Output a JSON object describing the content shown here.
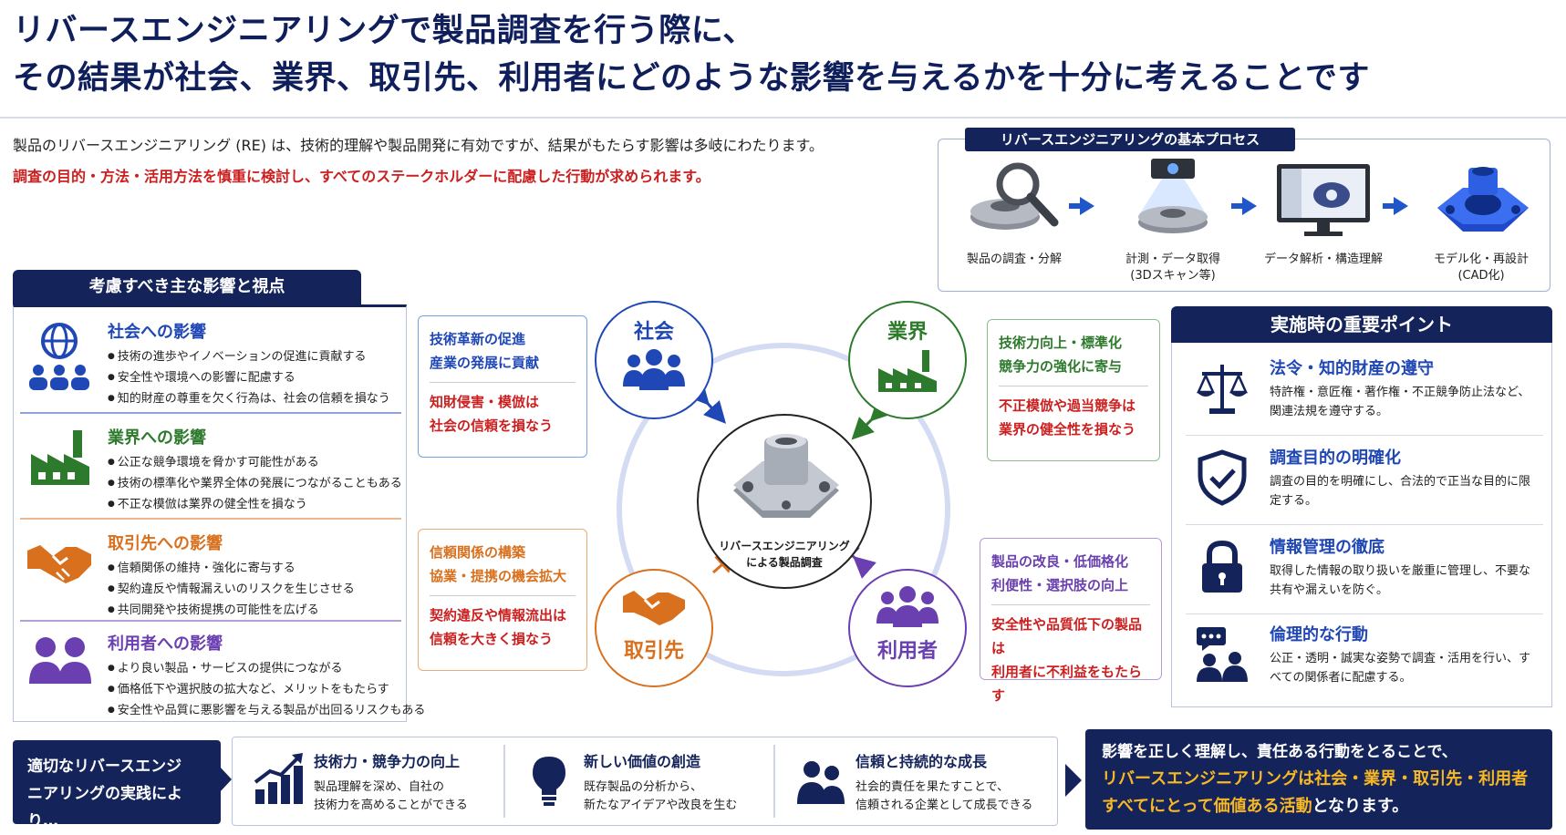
{
  "title": {
    "line1": "リバースエンジニアリングで製品調査を行う際に、",
    "line2": "その結果が社会、業界、取引先、利用者にどのような影響を与えるかを十分に考えることです"
  },
  "intro": {
    "line1": "製品のリバースエンジニアリング (RE) は、技術的理解や製品開発に有効ですが、結果がもたらす影響は多岐にわたります。",
    "line2": "調査の目的・方法・活用方法を慎重に検討し、すべてのステークホルダーに配慮した行動が求められます。"
  },
  "process": {
    "title": "リバースエンジニアリングの基本プロセス",
    "steps": [
      {
        "line1": "製品の調査・分解",
        "line2": ""
      },
      {
        "line1": "計測・データ取得",
        "line2": "(3Dスキャン等)"
      },
      {
        "line1": "データ解析・構造理解",
        "line2": ""
      },
      {
        "line1": "モデル化・再設計",
        "line2": "(CAD化)"
      }
    ]
  },
  "left": {
    "title": "考慮すべき主な影響と視点",
    "sections": [
      {
        "heading": "社会への影響",
        "color": "#1f47b5",
        "items": [
          "技術の進歩やイノベーションの促進に貢献する",
          "安全性や環境への影響に配慮する",
          "知的財産の尊重を欠く行為は、社会の信頼を損なう"
        ]
      },
      {
        "heading": "業界への影響",
        "color": "#2d7a2d",
        "items": [
          "公正な競争環境を脅かす可能性がある",
          "技術の標準化や業界全体の発展につながることもある",
          "不正な模倣は業界の健全性を損なう"
        ]
      },
      {
        "heading": "取引先への影響",
        "color": "#d9701e",
        "items": [
          "信頼関係の維持・強化に寄与する",
          "契約違反や情報漏えいのリスクを生じさせる",
          "共同開発や技術提携の可能性を広げる"
        ]
      },
      {
        "heading": "利用者への影響",
        "color": "#6a3fb0",
        "items": [
          "より良い製品・サービスの提供につながる",
          "価格低下や選択肢の拡大など、メリットをもたらす",
          "安全性や品質に悪影響を与える製品が出回るリスクもある"
        ]
      }
    ]
  },
  "diagram": {
    "center_label_1": "リバースエンジニアリング",
    "center_label_2": "による製品調査",
    "nodes": {
      "society": "社会",
      "industry": "業界",
      "partner": "取引先",
      "user": "利用者"
    },
    "cards": {
      "society": {
        "pos1": "技術革新の促進",
        "pos2": "産業の発展に貢献",
        "neg1": "知財侵害・模倣は",
        "neg2": "社会の信頼を損なう"
      },
      "industry": {
        "pos1": "技術力向上・標準化",
        "pos2": "競争力の強化に寄与",
        "neg1": "不正模倣や過当競争は",
        "neg2": "業界の健全性を損なう"
      },
      "partner": {
        "pos1": "信頼関係の構築",
        "pos2": "協業・提携の機会拡大",
        "neg1": "契約違反や情報流出は",
        "neg2": "信頼を大きく損なう"
      },
      "user": {
        "pos1": "製品の改良・低価格化",
        "pos2": "利便性・選択肢の向上",
        "neg1": "安全性や品質低下の製品は",
        "neg2": "利用者に不利益をもたらす"
      }
    }
  },
  "right": {
    "title": "実施時の重要ポイント",
    "items": [
      {
        "heading": "法令・知的財産の遵守",
        "desc": "特許権・意匠権・著作権・不正競争防止法など、関連法規を遵守する。",
        "icon": "scales-icon"
      },
      {
        "heading": "調査目的の明確化",
        "desc": "調査の目的を明確にし、合法的で正当な目的に限定する。",
        "icon": "shield-check-icon"
      },
      {
        "heading": "情報管理の徹底",
        "desc": "取得した情報の取り扱いを厳重に管理し、不要な共有や漏えいを防ぐ。",
        "icon": "padlock-icon"
      },
      {
        "heading": "倫理的な行動",
        "desc": "公正・透明・誠実な姿勢で調査・活用を行い、すべての関係者に配慮する。",
        "icon": "people-chat-icon"
      }
    ]
  },
  "bottom": {
    "left_text_1": "適切なリバースエンジ",
    "left_text_2": "ニアリングの実践により…",
    "benefits": [
      {
        "heading": "技術力・競争力の向上",
        "d1": "製品理解を深め、自社の",
        "d2": "技術力を高めることができる"
      },
      {
        "heading": "新しい価値の創造",
        "d1": "既存製品の分析から、",
        "d2": "新たなアイデアや改良を生む"
      },
      {
        "heading": "信頼と持続的な成長",
        "d1": "社会的責任を果たすことで、",
        "d2": "信頼される企業として成長できる"
      }
    ],
    "conclusion_1": "影響を正しく理解し、責任ある行動をとることで、",
    "conclusion_2": "リバースエンジニアリングは社会・業界・取引先・利用者",
    "conclusion_3a": "すべてにとって価値ある活動",
    "conclusion_3b": "となります。"
  }
}
